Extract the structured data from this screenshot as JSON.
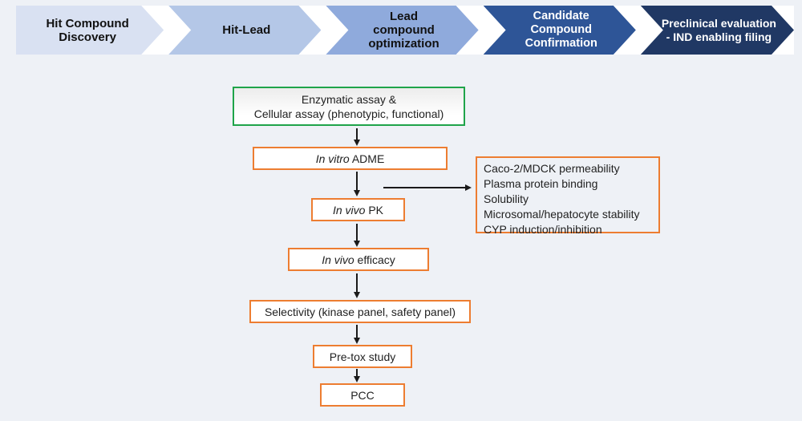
{
  "page": {
    "background": "#eef1f6"
  },
  "pipeline": {
    "stages": [
      {
        "lines": [
          "Hit Compound",
          "Discovery"
        ],
        "bg": "#d9e1f2",
        "fg": "#111111"
      },
      {
        "lines": [
          "Hit-Lead"
        ],
        "bg": "#b4c7e7",
        "fg": "#111111"
      },
      {
        "lines": [
          "Lead",
          "compound",
          "optimization"
        ],
        "bg": "#8faadc",
        "fg": "#111111"
      },
      {
        "lines": [
          "Candidate",
          "Compound",
          "Confirmation"
        ],
        "bg": "#2e5597",
        "fg": "#ffffff"
      },
      {
        "lines": [
          "Preclinical evaluation",
          "- IND enabling filing"
        ],
        "bg": "#203864",
        "fg": "#ffffff"
      }
    ]
  },
  "flowchart": {
    "nodes": {
      "assay": {
        "lines": [
          "Enzymatic assay &",
          "Cellular assay (phenotypic, functional)"
        ],
        "border_color": "#1fa44a"
      },
      "invitro_adme": {
        "italic": "In vitro",
        "rest": " ADME",
        "border_color": "#ed7d31"
      },
      "invivo_pk": {
        "italic": "In vivo",
        "rest": " PK",
        "border_color": "#ed7d31"
      },
      "invivo_efficacy": {
        "italic": "In vivo",
        "rest": " efficacy",
        "border_color": "#ed7d31"
      },
      "selectivity": {
        "label": "Selectivity (kinase panel, safety panel)",
        "border_color": "#ed7d31"
      },
      "pretox": {
        "label": "Pre-tox study",
        "border_color": "#ed7d31"
      },
      "pcc": {
        "label": "PCC",
        "border_color": "#ed7d31"
      }
    },
    "side_panel": {
      "border_color": "#ed7d31",
      "items": [
        "Caco-2/MDCK permeability",
        "Plasma protein binding",
        "Solubility",
        "Microsomal/hepatocyte stability",
        "CYP induction/inhibition"
      ]
    },
    "arrow_color": "#1a1a1a"
  }
}
